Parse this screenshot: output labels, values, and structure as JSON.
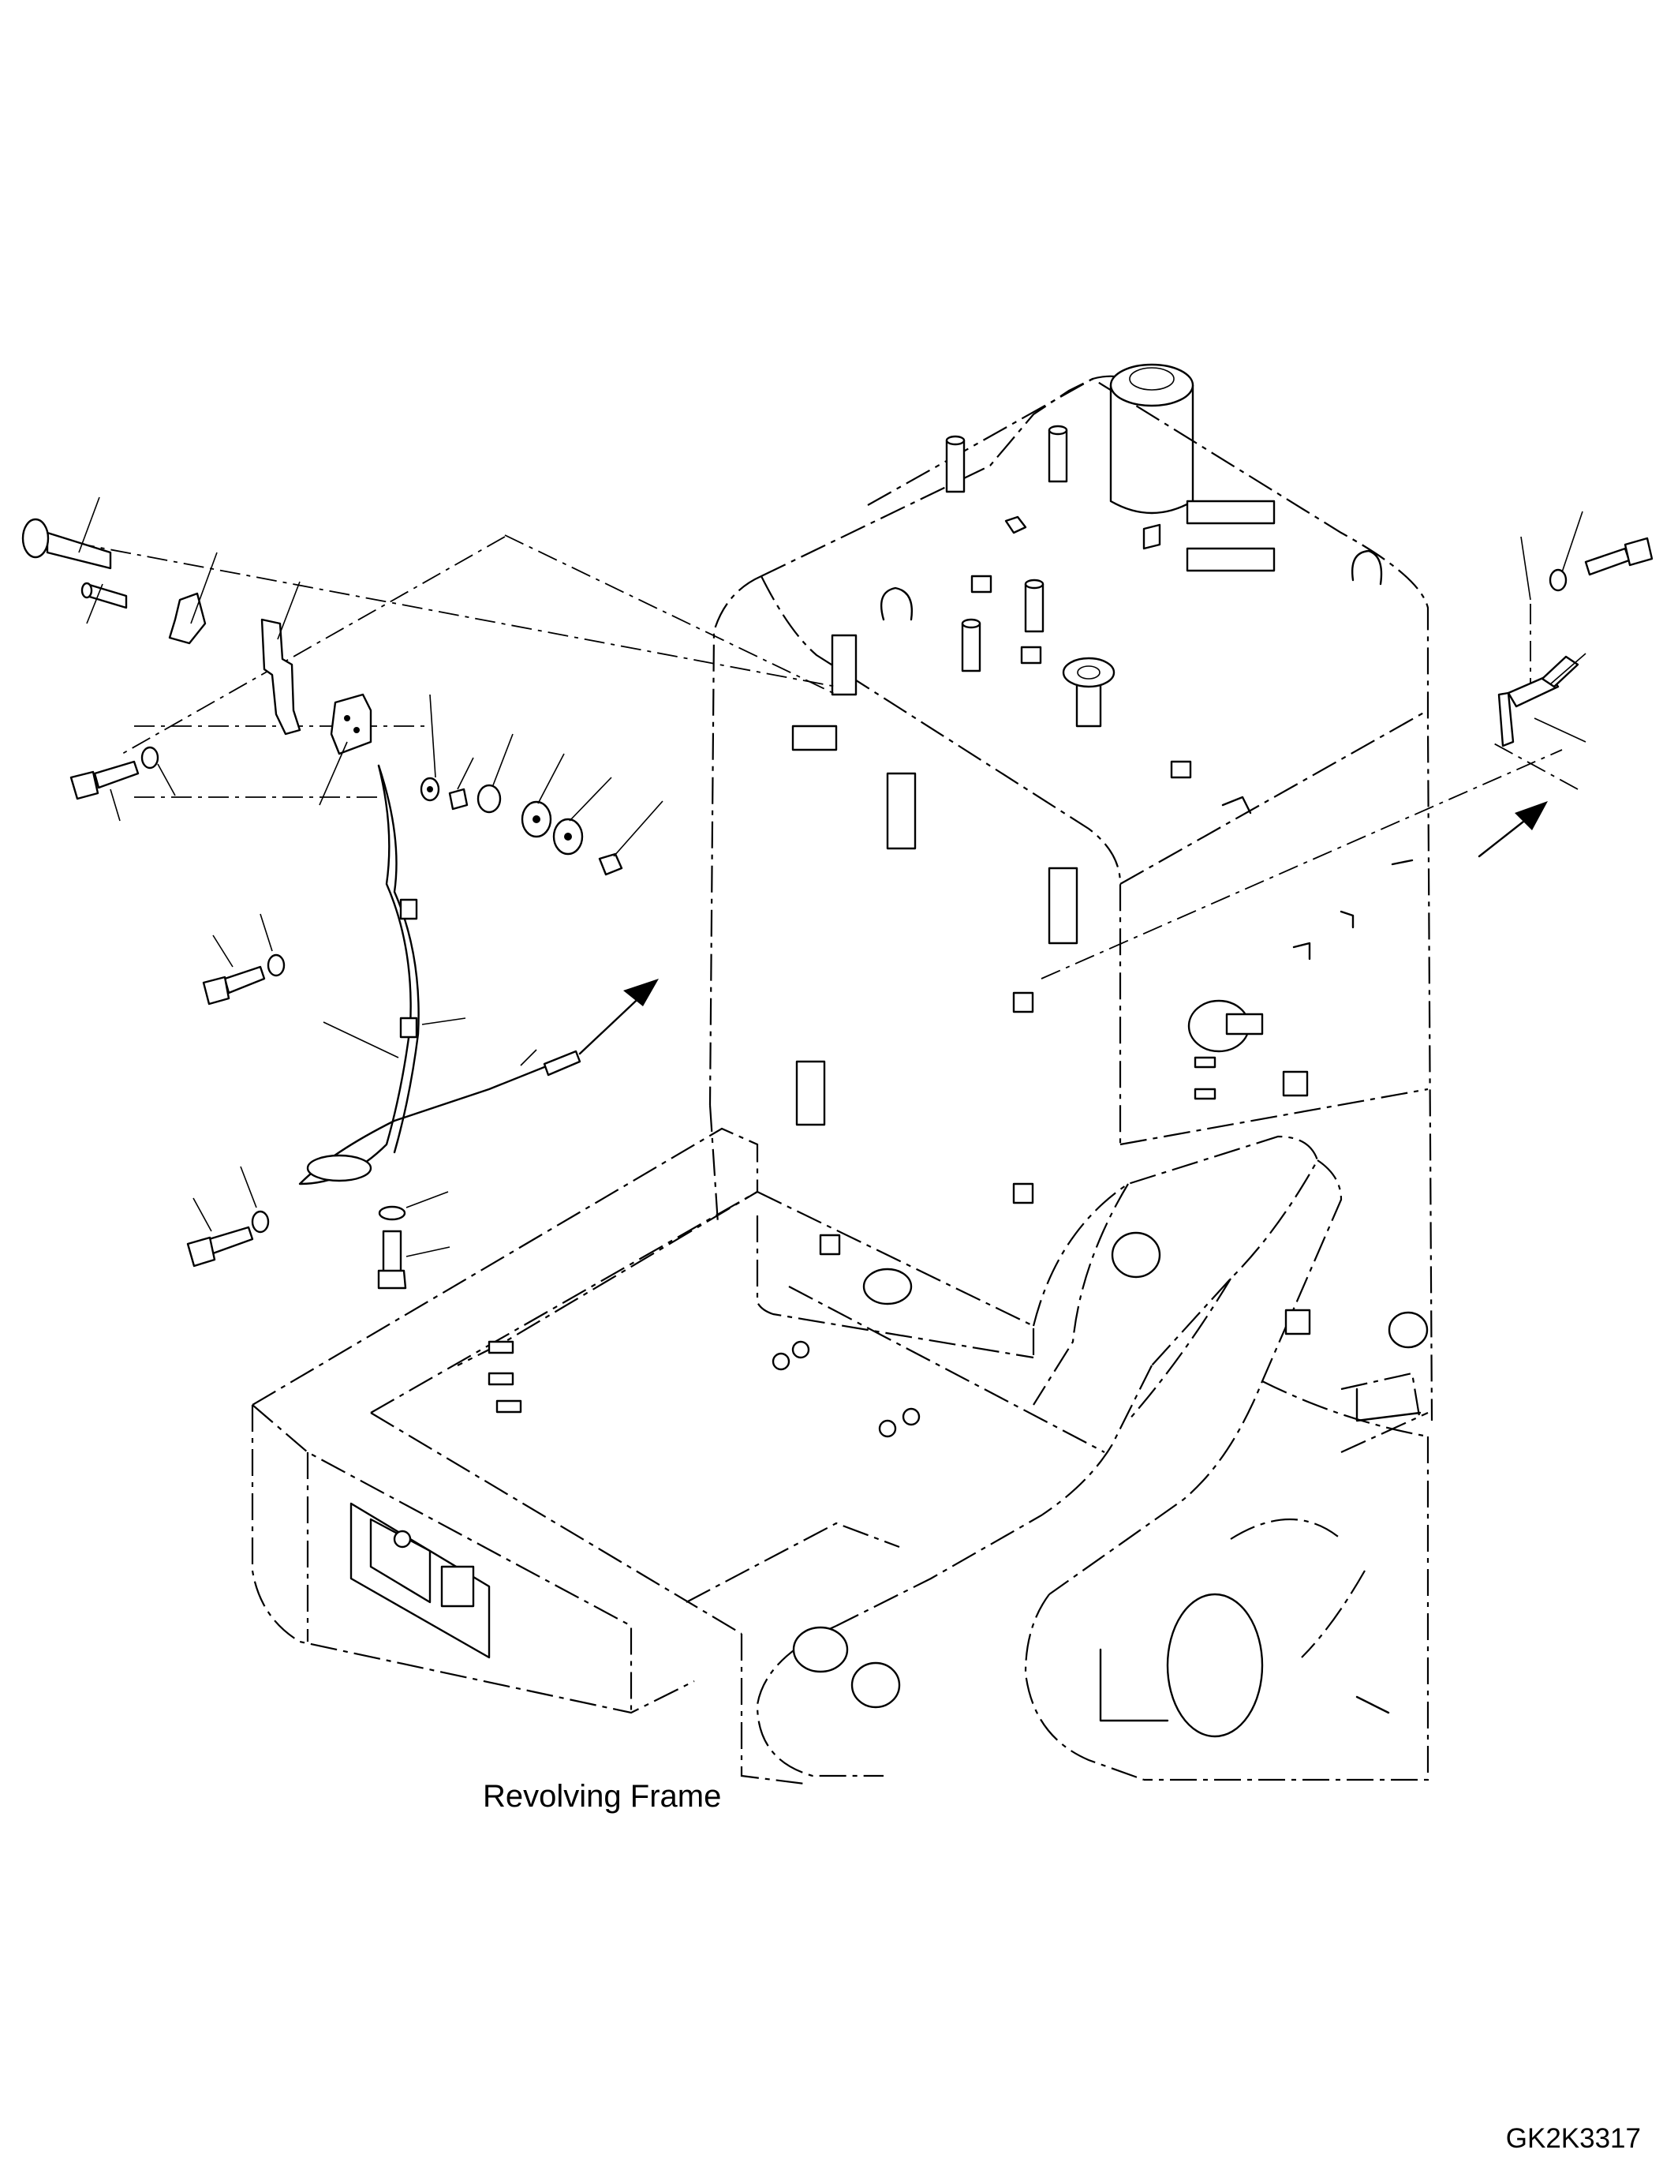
{
  "diagram": {
    "title": "Revolving Frame",
    "drawing_code": "GK2K3317",
    "line_color": "#000000",
    "background_color": "#ffffff",
    "assembly_item_names": [
      "bolt",
      "pin",
      "plate",
      "bracket",
      "bolt",
      "washer",
      "switch",
      "washer",
      "nut",
      "collar",
      "washer",
      "washer",
      "nut",
      "bolt",
      "washer",
      "cable",
      "clamp",
      "clamp",
      "bolt",
      "washer",
      "washer",
      "bolt",
      "washer",
      "bolt",
      "bracket",
      "cable-end",
      "flow-arrow",
      "flow-arrow"
    ]
  }
}
